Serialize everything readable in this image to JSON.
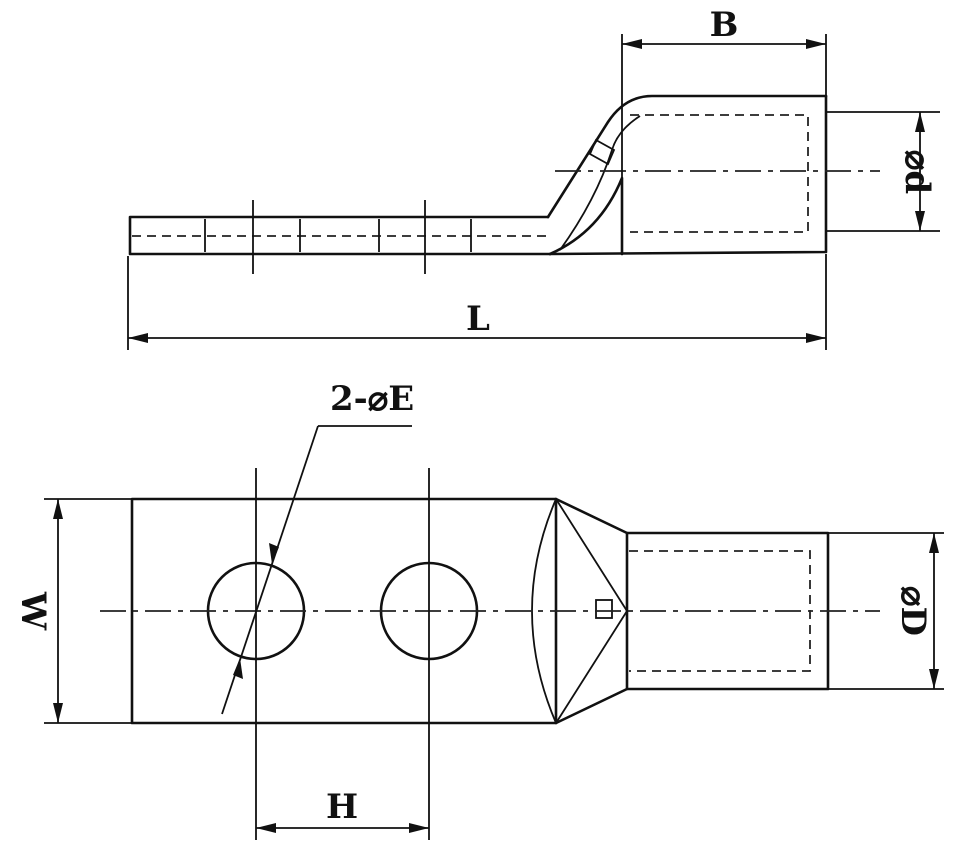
{
  "labels": {
    "B": "B",
    "small_d": "⌀d",
    "L": "L",
    "holes": "2-⌀E",
    "W": "W",
    "D": "⌀D",
    "H": "H"
  }
}
